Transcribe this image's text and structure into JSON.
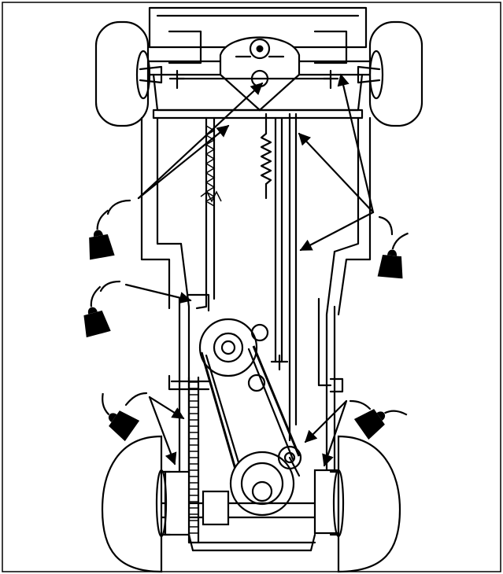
{
  "figure": {
    "subject": "mower-chassis-underside-lubrication-points",
    "colors": {
      "ink": "#000000",
      "paper": "#ffffff"
    },
    "oil_can_callouts": [
      {
        "name": "oil-can-upper-left",
        "icon": "oil-can-icon"
      },
      {
        "name": "oil-can-upper-right",
        "icon": "oil-can-icon"
      },
      {
        "name": "oil-can-middle-left",
        "icon": "oil-can-icon"
      },
      {
        "name": "oil-can-lower-left",
        "icon": "oil-can-icon"
      },
      {
        "name": "oil-can-lower-right",
        "icon": "oil-can-icon"
      }
    ]
  }
}
